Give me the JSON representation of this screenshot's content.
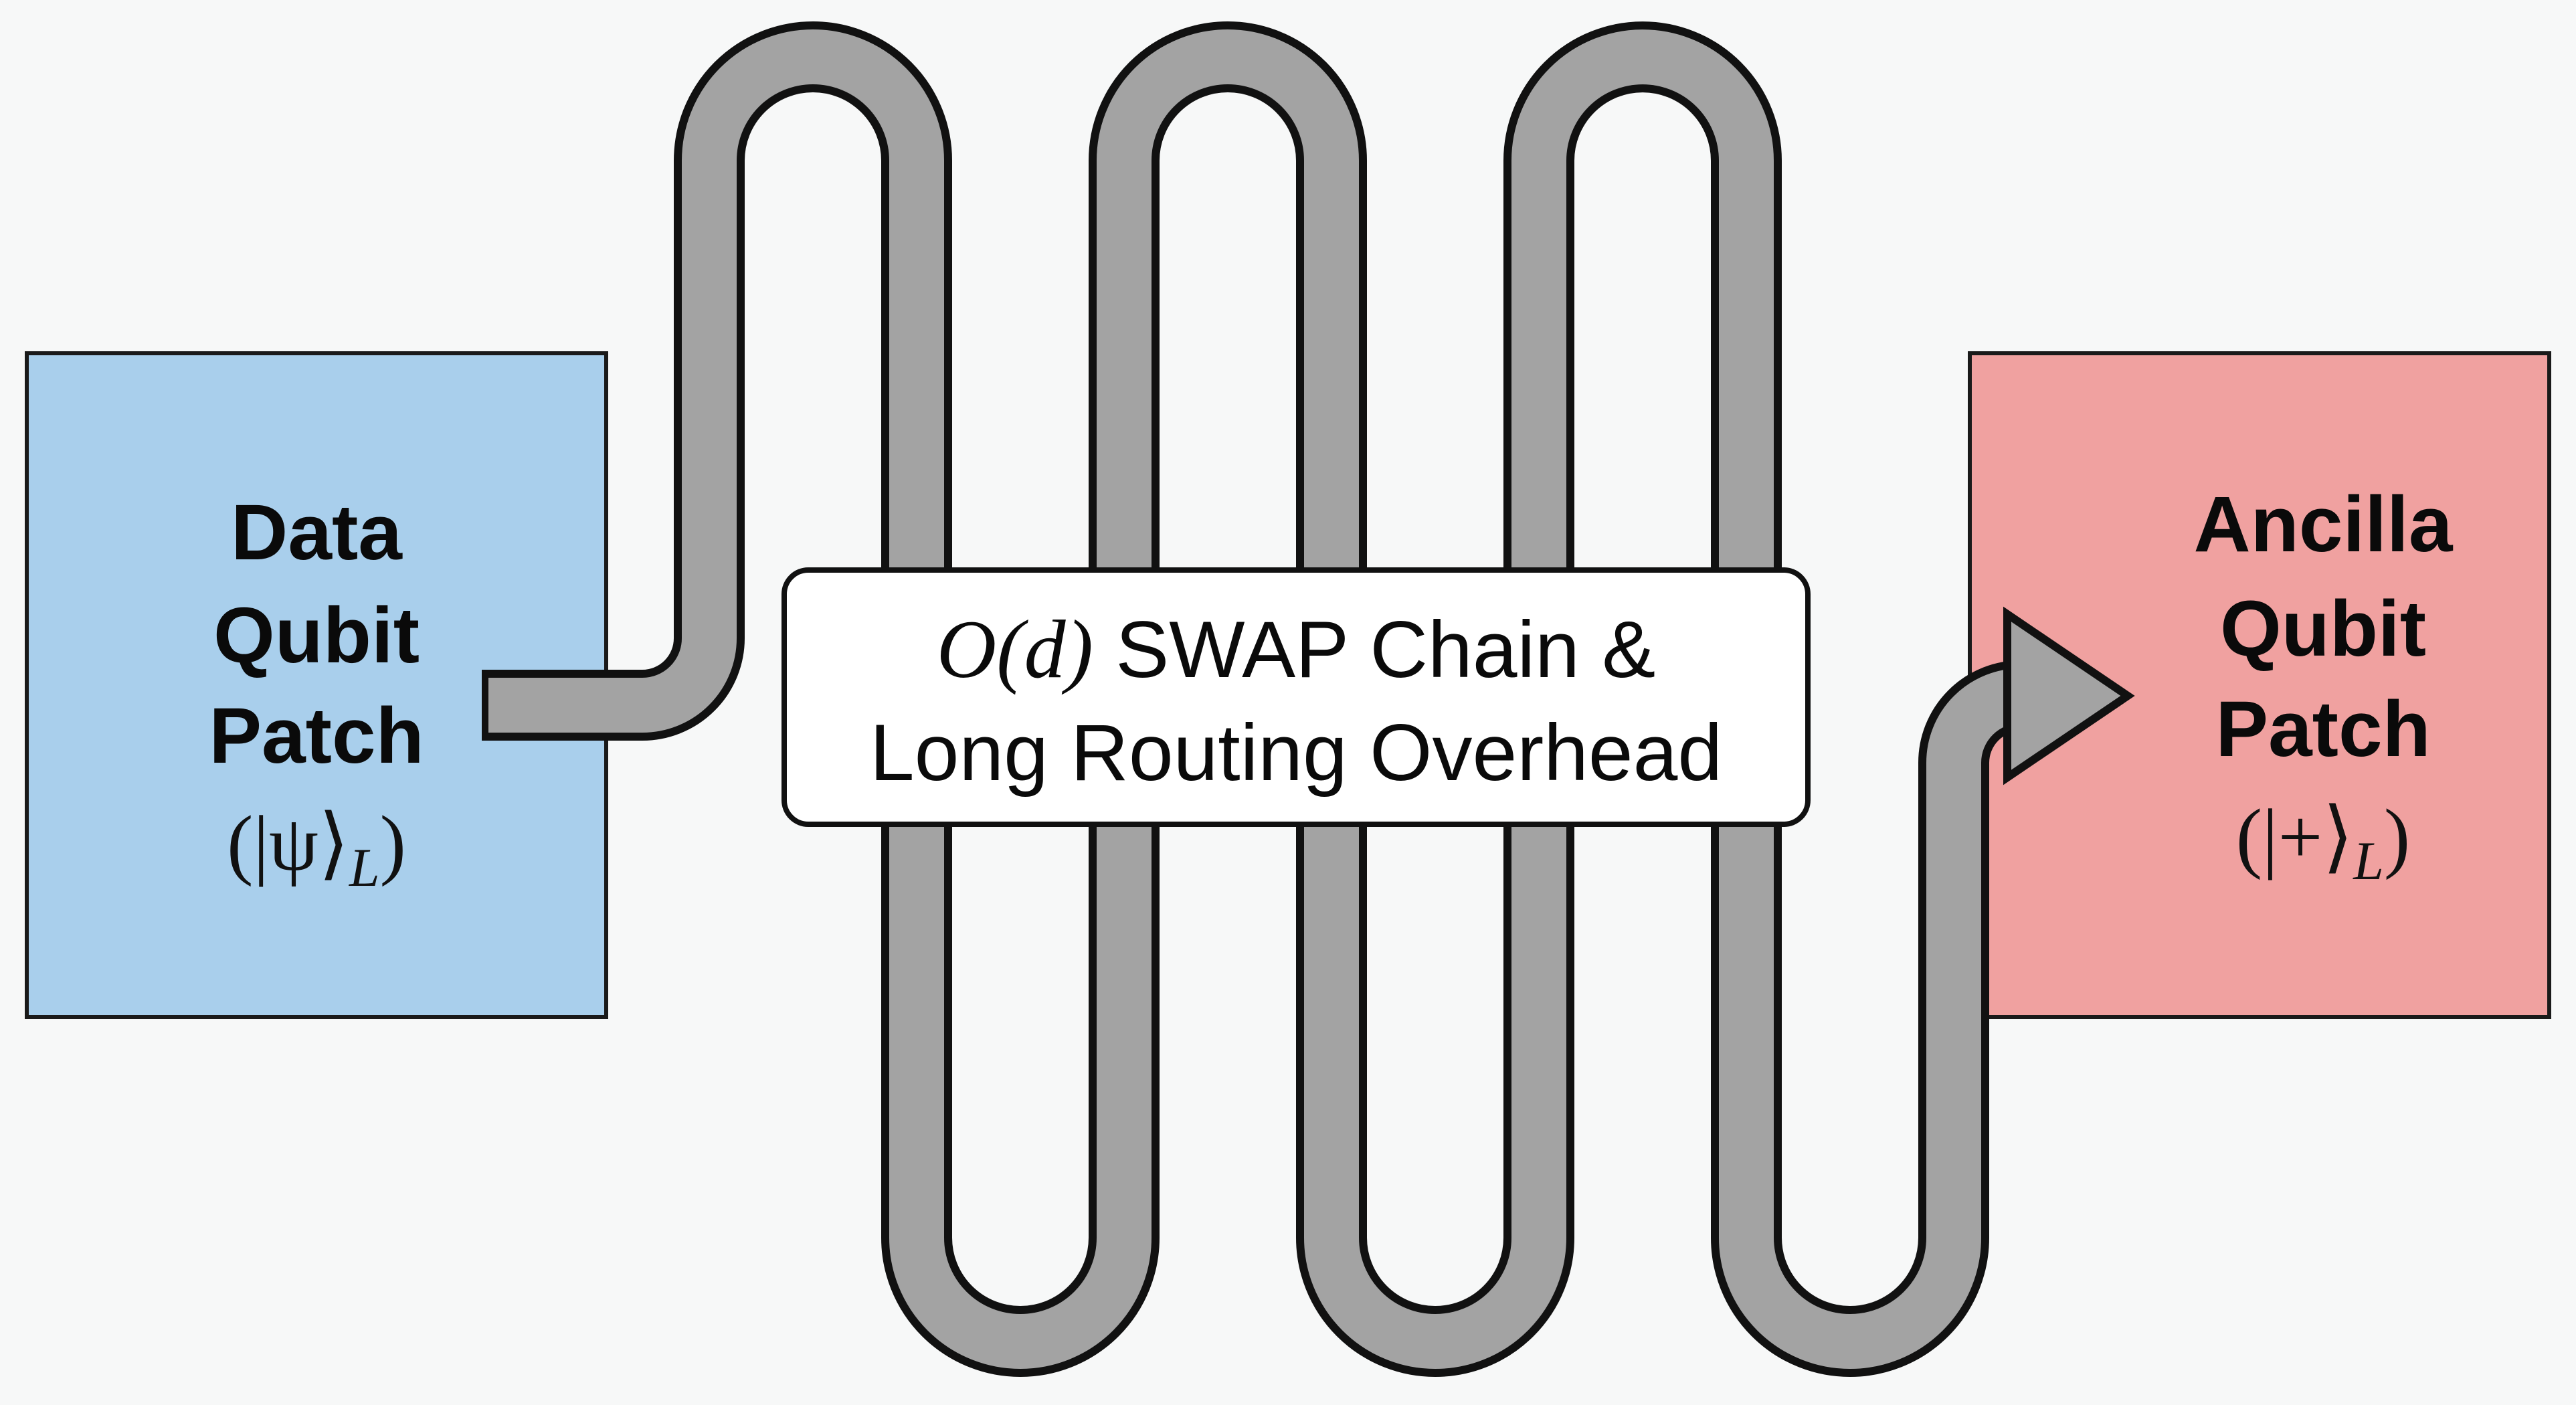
{
  "data_patch": {
    "title_lines": [
      "Data",
      "Qubit",
      "Patch"
    ],
    "state": "(|ψ⟩",
    "state_sub": "L",
    "state_close": ")",
    "fill_color": "#a9cfec"
  },
  "ancilla_patch": {
    "title_lines": [
      "Ancilla",
      "Qubit",
      "Patch"
    ],
    "state": "(|+⟩",
    "state_sub": "L",
    "state_close": ")",
    "fill_color": "#f0a1a0"
  },
  "routing_label": {
    "math": "O(d)",
    "line1_rest": " SWAP Chain &",
    "line2": "Long Routing Overhead"
  },
  "colors": {
    "pipe_fill": "#a3a3a3",
    "pipe_outline": "#111111",
    "background": "#f7f8f8"
  }
}
